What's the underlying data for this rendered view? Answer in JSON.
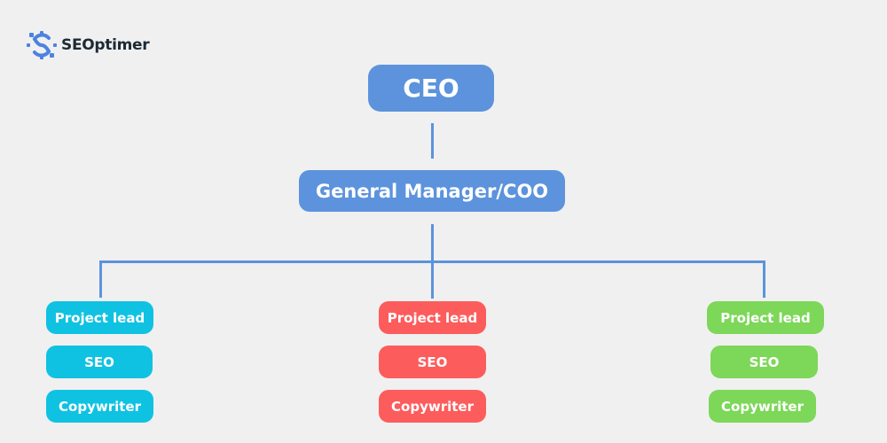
{
  "logo": {
    "text": "SEOptimer",
    "icon": "gear-s-icon",
    "color": "#4d82e0"
  },
  "chart": {
    "ceo": "CEO",
    "manager": "General Manager/COO",
    "teams": [
      {
        "color": "#10c2e2",
        "roles": [
          "Project lead",
          "SEO",
          "Copywriter"
        ]
      },
      {
        "color": "#fd5c5c",
        "roles": [
          "Project lead",
          "SEO",
          "Copywriter"
        ]
      },
      {
        "color": "#7dd759",
        "roles": [
          "Project lead",
          "SEO",
          "Copywriter"
        ]
      }
    ]
  },
  "colors": {
    "background": "#f0f0f0",
    "connector": "#5c93dc",
    "executive": "#5c93dc"
  }
}
